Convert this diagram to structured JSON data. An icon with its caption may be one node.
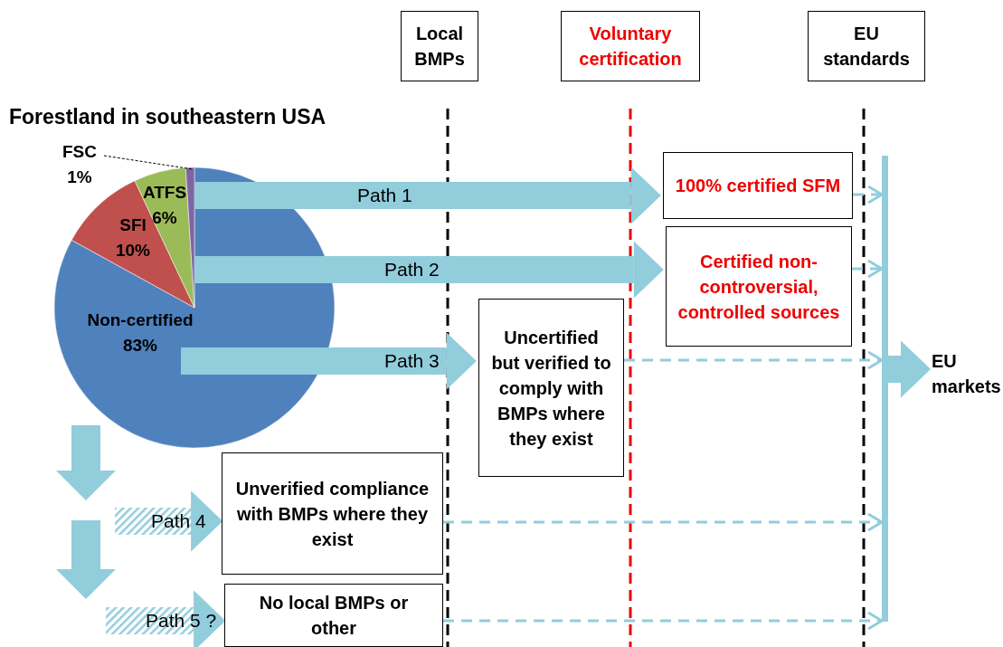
{
  "diagram": {
    "title": "Forestland in southeastern USA",
    "nodes": [
      {
        "text": [
          "Local BMPs"
        ]
      },
      {
        "text": [
          "Voluntary certification"
        ]
      },
      {
        "text": [
          "EU standards"
        ]
      },
      {
        "text": [],
        "shape": "circle"
      },
      {
        "text": [
          "100% certified SFM"
        ]
      },
      {
        "text": [
          "Certified non-controversial, controlled sources"
        ]
      },
      {
        "text": [
          "Uncertified but verified to comply with BMPs where they exist"
        ]
      },
      {
        "text": [
          "Unverified compliance with BMPs where they exist"
        ]
      },
      {
        "text": [
          "No local BMPs or other"
        ]
      },
      {
        "text": [],
        "shape": "bar"
      },
      {
        "text": [
          "EU markets"
        ]
      }
    ],
    "edges": [
      {
        "from": 3,
        "to": 4,
        "arrow": "to",
        "label": "Path 1",
        "style": "thick"
      },
      {
        "from": 3,
        "to": 5,
        "arrow": "to",
        "label": "Path 2",
        "style": "thick"
      },
      {
        "from": 3,
        "to": 6,
        "arrow": "to",
        "label": "Path 3",
        "style": "thick"
      },
      {
        "from": null,
        "to": 7,
        "arrow": "to",
        "label": "Path 4",
        "style": "thick"
      },
      {
        "from": null,
        "to": 8,
        "arrow": "to",
        "label": "Path 5 ?",
        "style": "thick"
      },
      {
        "from": 4,
        "to": 9,
        "arrow": "to",
        "style": "dashed"
      },
      {
        "from": 5,
        "to": 9,
        "arrow": "to",
        "style": "dashed"
      },
      {
        "from": 6,
        "to": 9,
        "arrow": "to",
        "style": "dashed"
      },
      {
        "from": 7,
        "to": 9,
        "arrow": "to",
        "style": "dashed"
      },
      {
        "from": 8,
        "to": 9,
        "arrow": "to",
        "style": "dashed"
      },
      {
        "from": 9,
        "to": 10,
        "arrow": "to",
        "style": "thick"
      },
      {
        "from": null,
        "to": 3,
        "arrow": "none",
        "style": "dashed",
        "color": "#000000"
      }
    ],
    "chart_data": {
      "type": "pie",
      "categories": [
        "Non-certified",
        "SFI",
        "ATFS",
        "FSC"
      ],
      "series": [
        {
          "values": [
            83,
            10,
            6,
            1
          ]
        }
      ],
      "colors": [
        "#4f81bd",
        "#c0504d",
        "#9bbb59",
        "#8064a2"
      ],
      "value_labels": [
        "83%",
        "10%",
        "6%",
        "1%"
      ]
    }
  }
}
